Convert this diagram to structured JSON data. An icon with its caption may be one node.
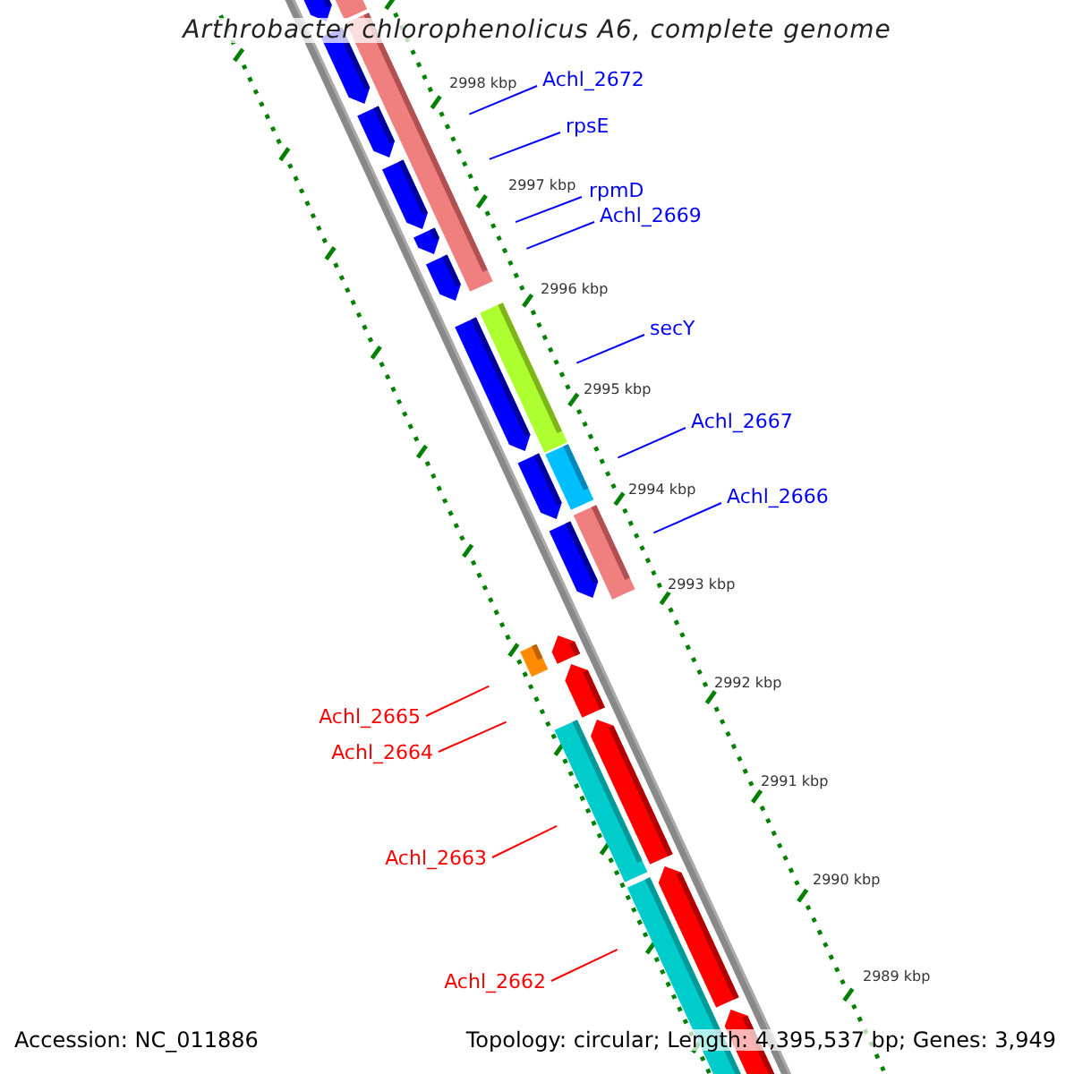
{
  "diagram": {
    "title": "Arthrobacter chlorophenolicus A6, complete genome",
    "nodes": [
      {
        "text": [
          "Achl_2672"
        ]
      },
      {
        "text": [
          "rpsE"
        ]
      },
      {
        "text": [
          "rpmD"
        ]
      },
      {
        "text": [
          "Achl_2669"
        ]
      },
      {
        "text": [
          "secY"
        ]
      },
      {
        "text": [
          "Achl_2667"
        ]
      },
      {
        "text": [
          "Achl_2666"
        ]
      },
      {
        "text": [
          "Achl_2665"
        ]
      },
      {
        "text": [
          "Achl_2664"
        ]
      },
      {
        "text": [
          "Achl_2663"
        ]
      },
      {
        "text": [
          "Achl_2662"
        ]
      }
    ],
    "edges": [
      {
        "from": 0,
        "to": null,
        "arrow": "none"
      },
      {
        "from": 1,
        "to": null,
        "arrow": "none"
      },
      {
        "from": 2,
        "to": null,
        "arrow": "none"
      },
      {
        "from": 3,
        "to": null,
        "arrow": "none"
      },
      {
        "from": 4,
        "to": null,
        "arrow": "none"
      },
      {
        "from": 5,
        "to": null,
        "arrow": "none"
      },
      {
        "from": 6,
        "to": null,
        "arrow": "none"
      },
      {
        "from": 7,
        "to": null,
        "arrow": "none",
        "color": "#ff0000"
      },
      {
        "from": 8,
        "to": null,
        "arrow": "none",
        "color": "#ff0000"
      },
      {
        "from": 9,
        "to": null,
        "arrow": "none",
        "color": "#ff0000"
      },
      {
        "from": 10,
        "to": null,
        "arrow": "none",
        "color": "#ff0000"
      }
    ],
    "labels": [
      "2998 kbp",
      "2997 kbp",
      "2996 kbp",
      "2995 kbp",
      "2994 kbp",
      "2993 kbp",
      "2992 kbp",
      "2991 kbp",
      "2990 kbp",
      "2989 kbp",
      "Accession: NC_011886",
      "Topology: circular; Length: 4,395,537 bp; Genes: 3,949"
    ]
  }
}
